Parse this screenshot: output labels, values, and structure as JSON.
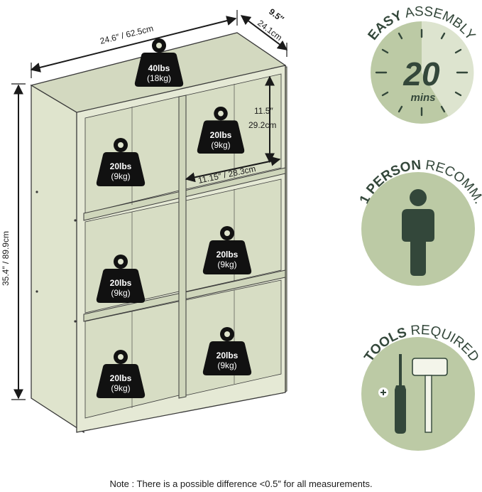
{
  "colors": {
    "shelf_fill": "#dfe4cd",
    "shelf_dark": "#c9d0b3",
    "shelf_stroke": "#3a3a3a",
    "weight_fill": "#111111",
    "badge_fill": "#bccaa5",
    "badge_light": "#dde4cf",
    "badge_dark": "#33473a",
    "tool_white": "#f3f5ea"
  },
  "dimensions": {
    "width": "24.6″ / 62.5cm",
    "depth_in": "9.5″",
    "depth_cm": "24.1cm",
    "height": "35.4″ / 89.9cm",
    "cube_height_in": "11.5″",
    "cube_height_cm": "29.2cm",
    "cube_width": "11.15″ / 28.3cm"
  },
  "weights": {
    "top": {
      "lbs": "40lbs",
      "kg": "(18kg)"
    },
    "cube": {
      "lbs": "20lbs",
      "kg": "(9kg)"
    }
  },
  "badges": [
    {
      "bold": "EASY",
      "rest": " ASSEMBLY",
      "value": "20",
      "unit": "mins",
      "icon": "clock-icon"
    },
    {
      "bold": "1 PERSON",
      "rest": " RECOMM.",
      "icon": "person-icon"
    },
    {
      "bold": "TOOLS",
      "rest": " REQUIRED",
      "icon": "tools-icon"
    }
  ],
  "note": "Note : There is a possible difference <0.5″ for all measurements."
}
